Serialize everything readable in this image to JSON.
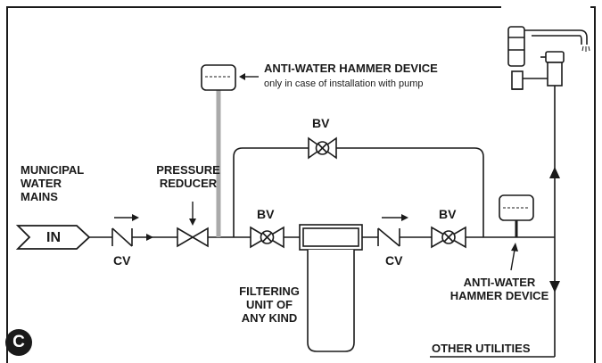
{
  "labels": {
    "municipal_line1": "MUNICIPAL",
    "municipal_line2": "WATER",
    "municipal_line3": "MAINS",
    "in": "IN",
    "cv_left": "CV",
    "pressure_line1": "PRESSURE",
    "pressure_line2": "REDUCER",
    "anti_top_title": "ANTI-WATER HAMMER DEVICE",
    "anti_top_note": "only in case of installation with pump",
    "bv_top": "BV",
    "bv_left": "BV",
    "bv_right": "BV",
    "cv_right": "CV",
    "filter_line1": "FILTERING",
    "filter_line2": "UNIT OF",
    "filter_line3": "ANY KIND",
    "anti_bottom_line1": "ANTI-WATER",
    "anti_bottom_line2": "HAMMER DEVICE",
    "other_utilities": "OTHER UTILITIES",
    "corner_letter": "C"
  }
}
